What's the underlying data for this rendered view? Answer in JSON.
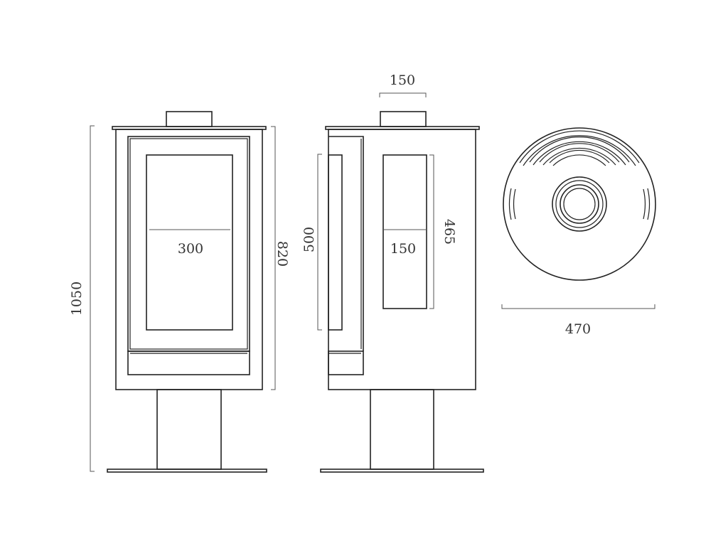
{
  "colors": {
    "line": "#222222",
    "dimension": "#555555",
    "background": "#ffffff"
  },
  "front_view": {
    "overall_height": "1050",
    "body_height": "820",
    "glass_width": "300"
  },
  "side_view": {
    "flue_width": "150",
    "door_height": "500",
    "glass_height": "465",
    "glass_width": "150"
  },
  "top_view": {
    "diameter": "470"
  }
}
